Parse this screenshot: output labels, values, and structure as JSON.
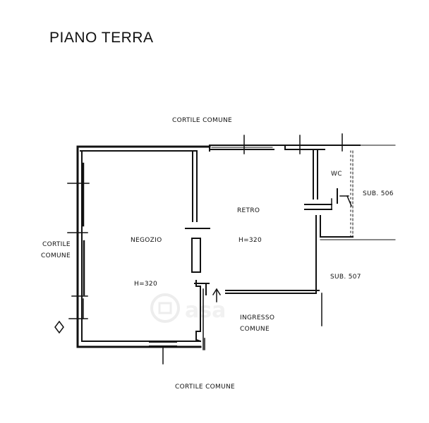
{
  "title": "PIANO TERRA",
  "labels": {
    "cortile_comune_top": "CORTILE COMUNE",
    "cortile_comune_bottom": "CORTILE COMUNE",
    "cortile_comune_left_1": "CORTILE",
    "cortile_comune_left_2": "COMUNE",
    "wc": "WC",
    "sub_506": "SUB. 506",
    "sub_507": "SUB. 507",
    "retro": "RETRO",
    "retro_height": "H=320",
    "negozio": "NEGOZIO",
    "negozio_height": "H=320",
    "ingresso_1": "INGRESSO",
    "ingresso_2": "COMUNE"
  },
  "colors": {
    "ink": "#111111",
    "watermark": "#e6e6e6"
  }
}
